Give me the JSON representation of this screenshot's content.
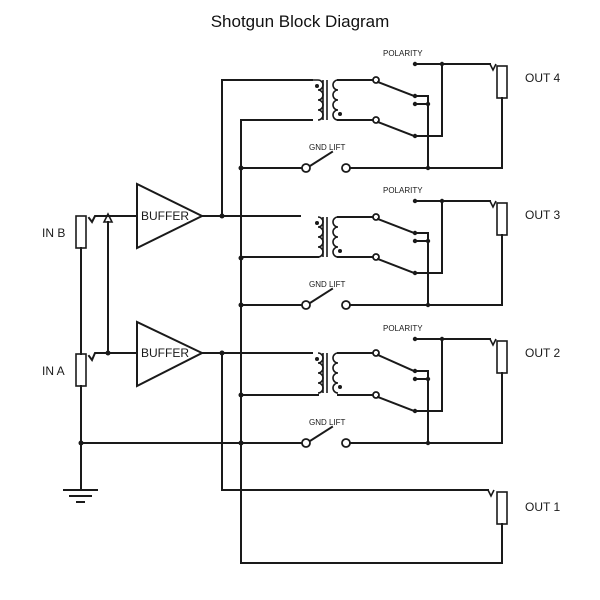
{
  "title": "Shotgun Block Diagram",
  "inputs": [
    {
      "id": "in_b",
      "label": "IN B"
    },
    {
      "id": "in_a",
      "label": "IN A"
    }
  ],
  "buffers": [
    {
      "id": "buffer_b",
      "label": "BUFFER"
    },
    {
      "id": "buffer_a",
      "label": "BUFFER"
    }
  ],
  "outputs": [
    {
      "id": "out4",
      "label": "OUT 4"
    },
    {
      "id": "out3",
      "label": "OUT 3"
    },
    {
      "id": "out2",
      "label": "OUT 2"
    },
    {
      "id": "out1",
      "label": "OUT 1"
    }
  ],
  "isolated_blocks": [
    {
      "output": "OUT 4",
      "polarity_label": "POLARITY",
      "gnd_lift_label": "GND LIFT"
    },
    {
      "output": "OUT 3",
      "polarity_label": "POLARITY",
      "gnd_lift_label": "GND LIFT"
    },
    {
      "output": "OUT 2",
      "polarity_label": "POLARITY",
      "gnd_lift_label": "GND LIFT"
    }
  ],
  "colors": {
    "line": "#1a1a1a",
    "background": "#ffffff"
  }
}
